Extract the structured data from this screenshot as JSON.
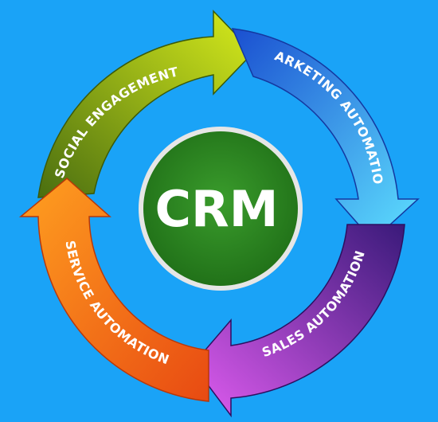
{
  "center": {
    "label": "CRM",
    "fill_color": "#2d8a22",
    "ring_color": "#d9d9d9"
  },
  "background_color": "#1aa3f7",
  "segments": [
    {
      "label": "SOCIAL ENGAGEMENT",
      "color_start": "#4a6e10",
      "color_end": "#d8ec1c"
    },
    {
      "label": "MARKETING AUTOMATION",
      "color_start": "#1a4fd0",
      "color_end": "#5ee0ff"
    },
    {
      "label": "SALES AUTOMATION",
      "color_start": "#3a1a7a",
      "color_end": "#e05cf0"
    },
    {
      "label": "SERVICE AUTOMATION",
      "color_start": "#ffa020",
      "color_end": "#e84a12"
    }
  ]
}
